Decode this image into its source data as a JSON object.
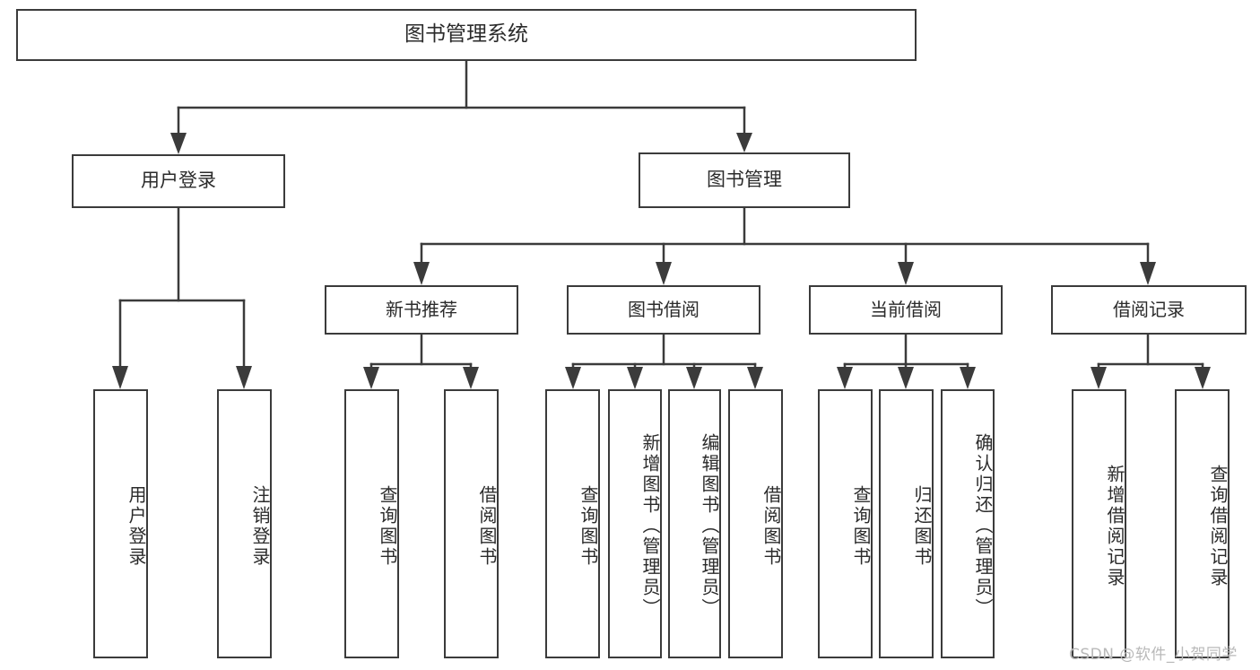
{
  "diagram": {
    "type": "tree",
    "title": "图书管理系统",
    "root": {
      "label": "图书管理系统"
    },
    "level1": [
      {
        "label": "用户登录"
      },
      {
        "label": "图书管理"
      }
    ],
    "level2": [
      {
        "label": "新书推荐",
        "parent": "图书管理"
      },
      {
        "label": "图书借阅",
        "parent": "图书管理"
      },
      {
        "label": "当前借阅",
        "parent": "图书管理"
      },
      {
        "label": "借阅记录",
        "parent": "图书管理"
      }
    ],
    "leaves": {
      "用户登录": [
        {
          "label": "用户登录"
        },
        {
          "label": "注销登录"
        }
      ],
      "新书推荐": [
        {
          "label": "查询图书"
        },
        {
          "label": "借阅图书"
        }
      ],
      "图书借阅": [
        {
          "label": "查询图书"
        },
        {
          "label": "新增图书（管理员）"
        },
        {
          "label": "编辑图书（管理员）"
        },
        {
          "label": "借阅图书"
        }
      ],
      "当前借阅": [
        {
          "label": "查询图书"
        },
        {
          "label": "归还图书"
        },
        {
          "label": "确认归还（管理员）"
        }
      ],
      "借阅记录": [
        {
          "label": "新增借阅记录"
        },
        {
          "label": "查询借阅记录"
        }
      ]
    }
  },
  "colors": {
    "stroke": "#3b3b3b",
    "fill": "#ffffff",
    "text": "#2b2b2b",
    "watermark": "#b9b9b9"
  },
  "watermark": {
    "text": "CSDN @软件_小贺同学"
  }
}
